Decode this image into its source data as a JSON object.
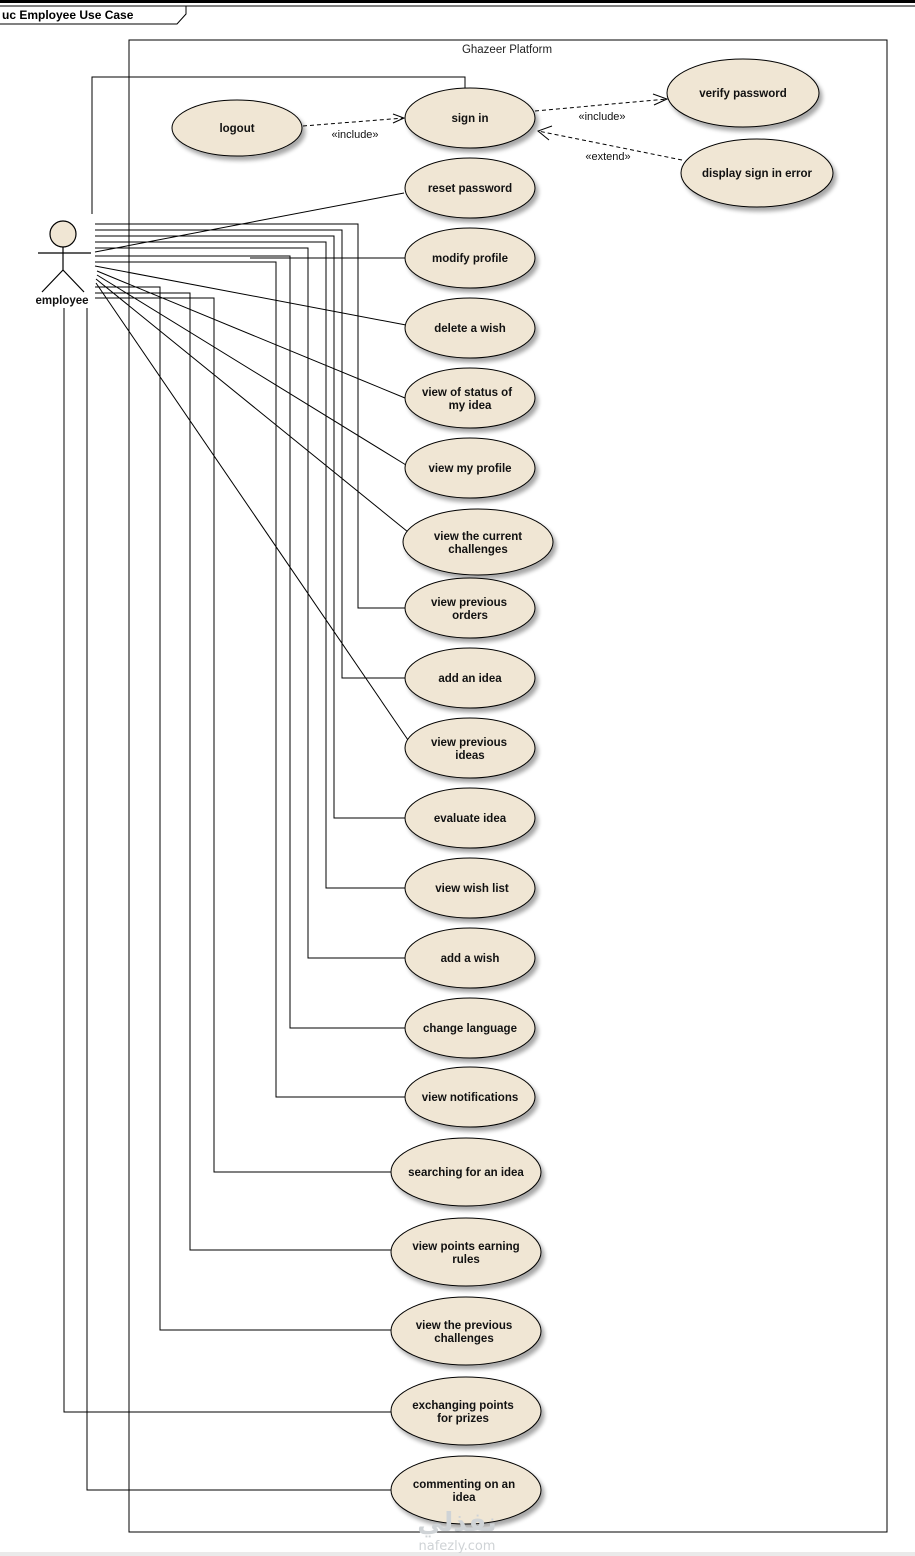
{
  "diagram": {
    "frame_title": "uc Employee Use Case",
    "boundary_title": "Ghazeer Platform",
    "actor": "employee",
    "include_label": "«include»",
    "extend_label": "«extend»",
    "use_cases": {
      "logout": "logout",
      "sign_in": "sign in",
      "verify_password": "verify password",
      "display_sign_in_error": "display sign in error",
      "reset_password": "reset password",
      "modify_profile": "modify profile",
      "delete_wish": "delete a wish",
      "view_status_l1": "view of status of",
      "view_status_l2": "my idea",
      "view_my_profile": "view my profile",
      "current_challenges_l1": "view the current",
      "current_challenges_l2": "challenges",
      "previous_orders_l1": "view previous",
      "previous_orders_l2": "orders",
      "add_idea": "add an idea",
      "previous_ideas_l1": "view previous",
      "previous_ideas_l2": "ideas",
      "evaluate_idea": "evaluate idea",
      "view_wish_list": "view wish list",
      "add_wish": "add a wish",
      "change_language": "change language",
      "view_notifications": "view notifications",
      "searching_idea": "searching for an idea",
      "points_rules_l1": "view points earning",
      "points_rules_l2": "rules",
      "previous_challenges_l1": "view the previous",
      "previous_challenges_l2": "challenges",
      "exchanging_l1": "exchanging points",
      "exchanging_l2": "for prizes",
      "commenting_l1": "commenting on an",
      "commenting_l2": "idea"
    },
    "watermark": {
      "logo": "نفذلي",
      "url": "nafezly.com"
    }
  }
}
